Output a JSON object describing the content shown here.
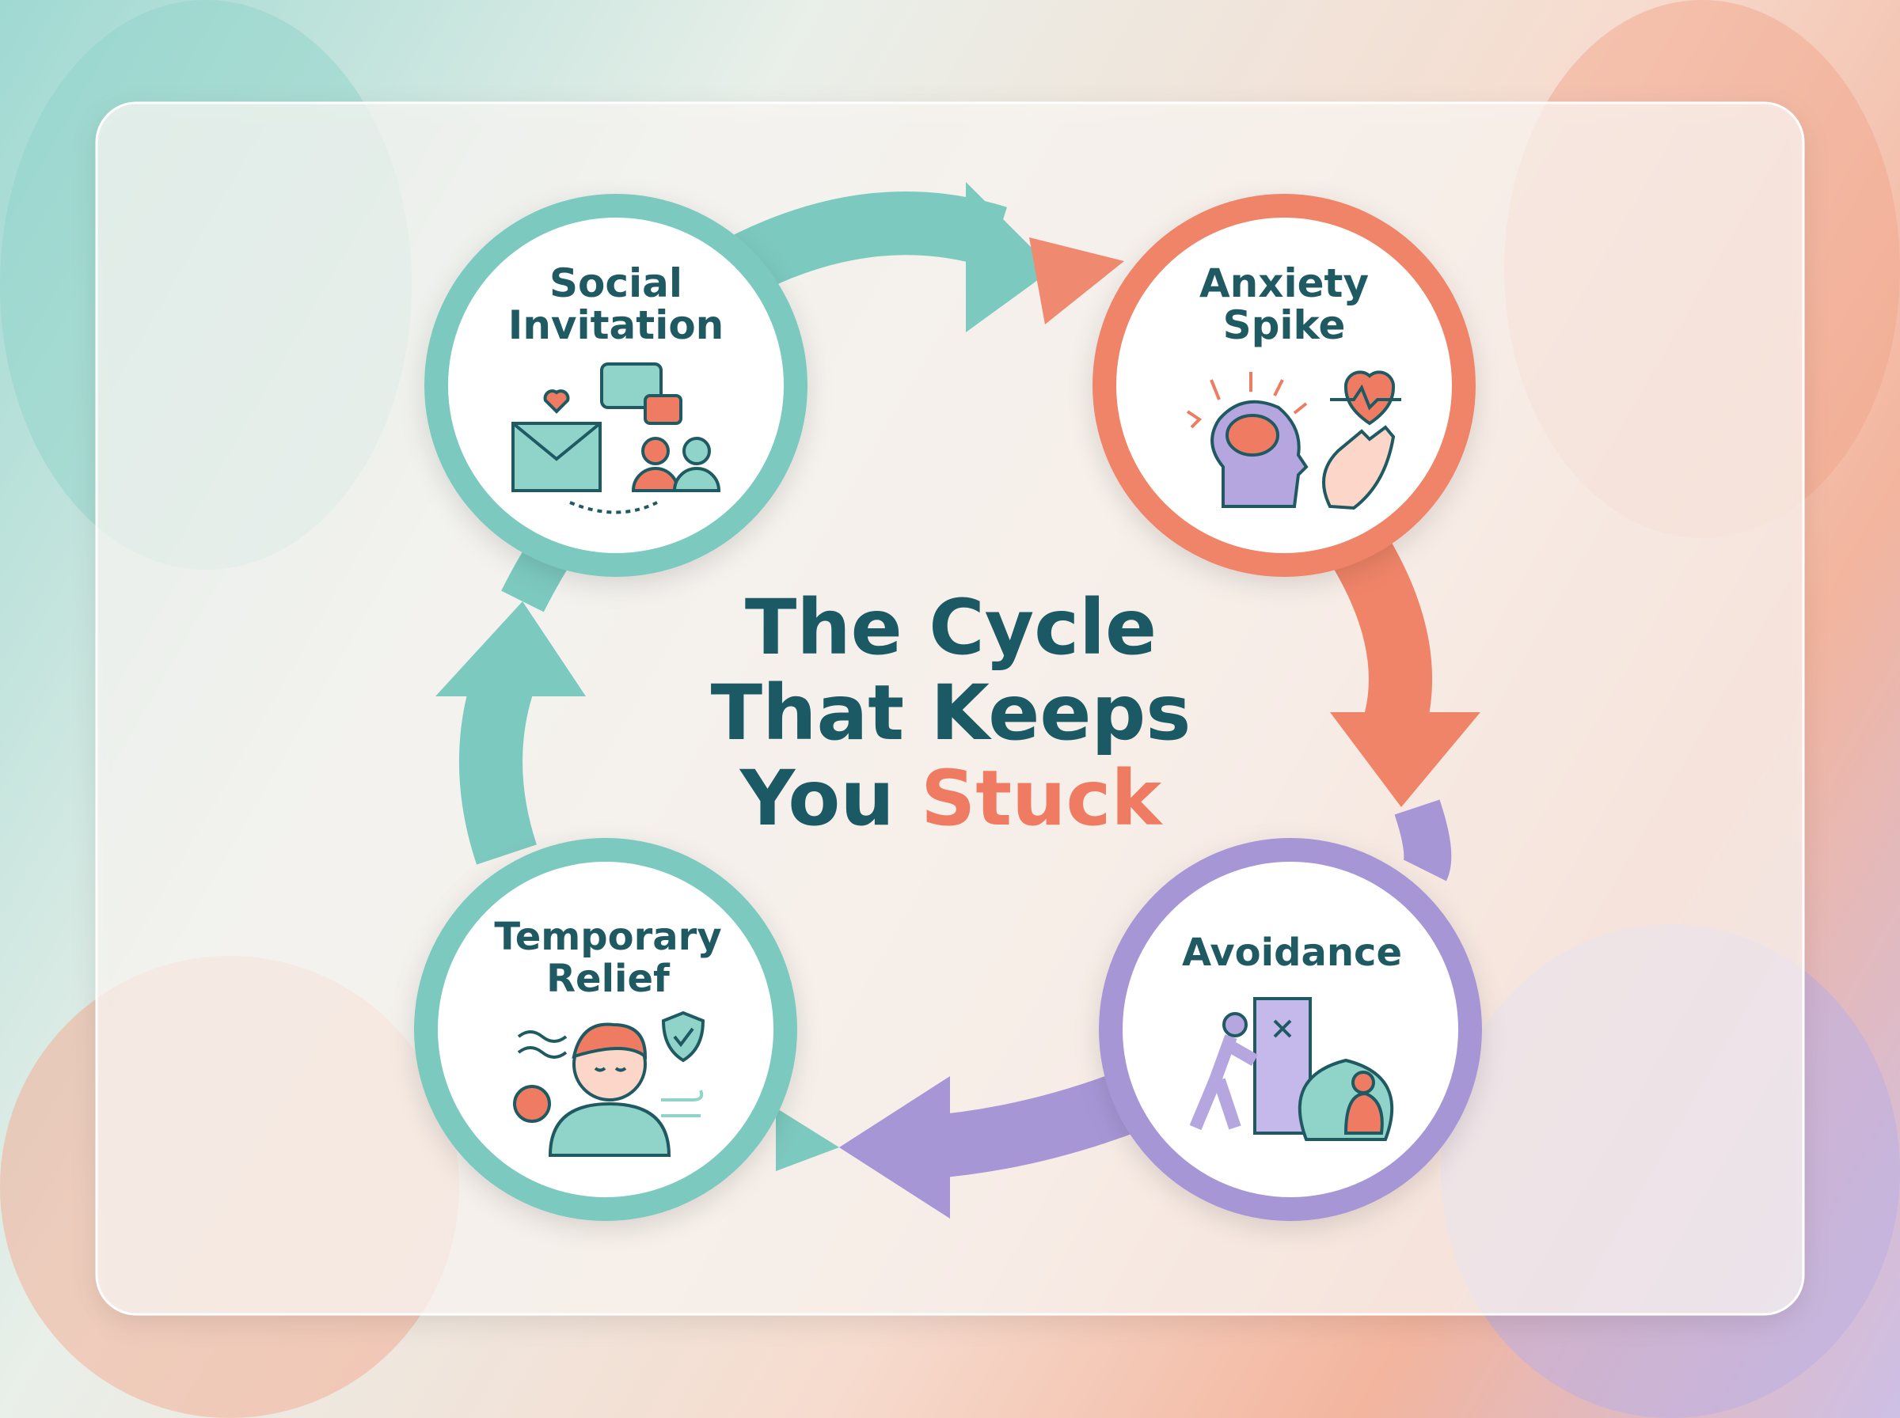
{
  "title": {
    "line1": "The Cycle",
    "line2": "That Keeps",
    "line3_a": "You",
    "line3_b": "Stuck"
  },
  "nodes": [
    {
      "line1": "Social",
      "line2": "Invitation",
      "icon": "envelope-chat-people-icon"
    },
    {
      "line1": "Anxiety",
      "line2": "Spike",
      "icon": "brain-heart-hand-icon"
    },
    {
      "line1": "Avoidance",
      "icon": "door-shell-icon"
    },
    {
      "line1": "Temporary",
      "line2": "Relief",
      "icon": "relieved-person-shield-icon"
    }
  ],
  "colors": {
    "teal": "#6cc4b9",
    "coral": "#ef7c62",
    "purple": "#a796d6",
    "title": "#1b5a64",
    "accent": "#ef7c62"
  }
}
